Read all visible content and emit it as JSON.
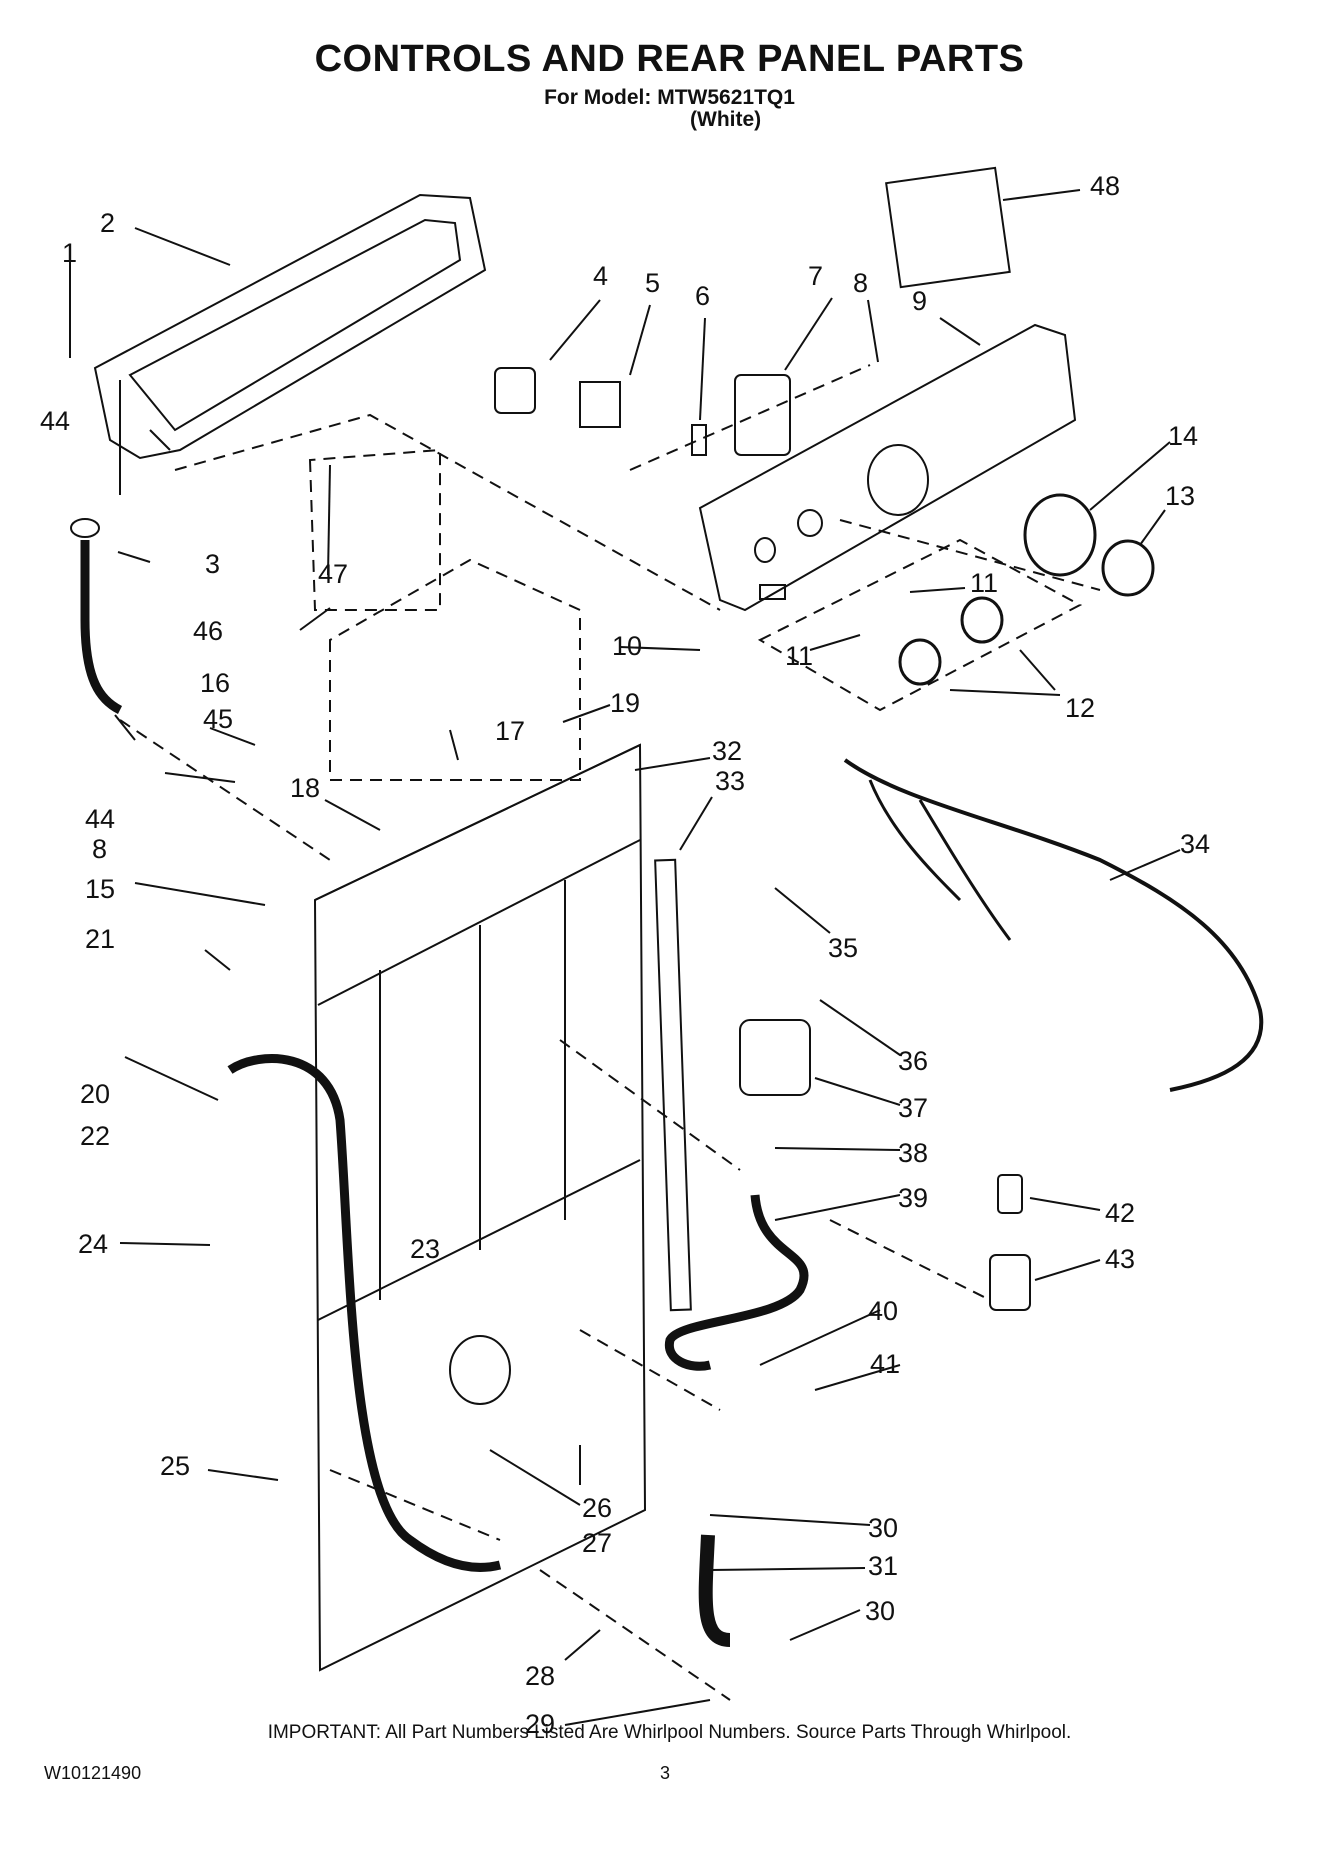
{
  "header": {
    "title": "CONTROLS AND REAR PANEL PARTS",
    "model_line": "For Model: MTW5621TQ1",
    "color_line": "(White)"
  },
  "callouts": [
    "1",
    "2",
    "3",
    "4",
    "5",
    "6",
    "7",
    "8",
    "9",
    "10",
    "11",
    "12",
    "13",
    "14",
    "15",
    "16",
    "17",
    "18",
    "19",
    "20",
    "21",
    "22",
    "23",
    "24",
    "25",
    "26",
    "27",
    "28",
    "29",
    "30",
    "31",
    "32",
    "33",
    "34",
    "35",
    "36",
    "37",
    "38",
    "39",
    "40",
    "41",
    "42",
    "43",
    "44",
    "45",
    "46",
    "47",
    "48"
  ],
  "footer": {
    "note": "IMPORTANT: All Part Numbers Listed Are Whirlpool Numbers. Source Parts Through Whirlpool.",
    "doc_number": "W10121490",
    "page": "3"
  }
}
